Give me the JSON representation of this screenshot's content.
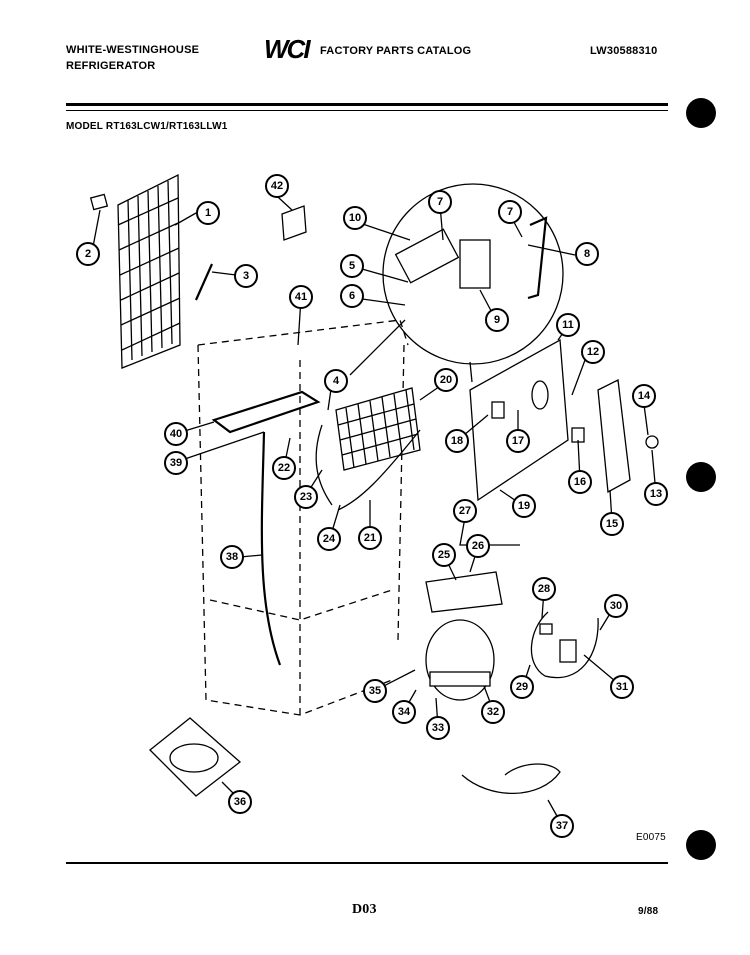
{
  "header": {
    "brand_line1": "WHITE-WESTINGHOUSE",
    "brand_line2": "REFRIGERATOR",
    "logo": "WCI",
    "catalog_title": "FACTORY PARTS CATALOG",
    "catalog_number": "LW30588310",
    "model": "MODEL RT163LCW1/RT163LLW1"
  },
  "footer": {
    "page_code": "D03",
    "date": "9/88",
    "drawing_code": "E0075"
  },
  "callouts": [
    "1",
    "2",
    "3",
    "4",
    "5",
    "6",
    "7",
    "7",
    "8",
    "9",
    "10",
    "11",
    "12",
    "13",
    "14",
    "15",
    "16",
    "17",
    "18",
    "19",
    "20",
    "21",
    "22",
    "23",
    "24",
    "25",
    "26",
    "27",
    "28",
    "29",
    "30",
    "31",
    "32",
    "33",
    "34",
    "35",
    "36",
    "37",
    "38",
    "39",
    "40",
    "41",
    "42"
  ]
}
